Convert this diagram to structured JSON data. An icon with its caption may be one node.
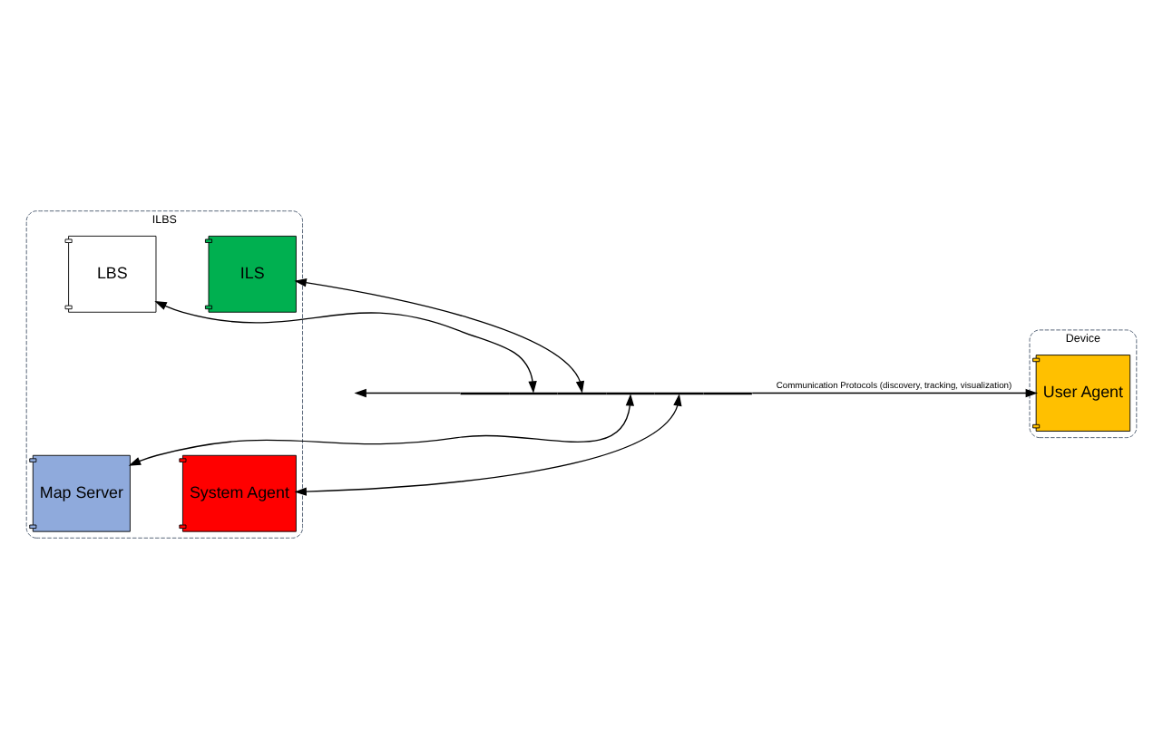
{
  "diagram": {
    "nodes": [
      {
        "text": [
          "ILBS"
        ]
      },
      {
        "text": [
          "LBS"
        ],
        "in": 0
      },
      {
        "text": [
          "ILS"
        ],
        "in": 0
      },
      {
        "text": [
          "Device"
        ]
      },
      {
        "text": [],
        "shape": "bar"
      },
      {
        "text": [
          "User Agent"
        ],
        "in": 3
      },
      {
        "text": [
          "Map Server"
        ],
        "in": 0
      },
      {
        "text": [
          "System Agent"
        ],
        "in": 0
      }
    ],
    "edges": [
      {
        "from": 1,
        "to": 4,
        "arrow": "both"
      },
      {
        "from": 2,
        "to": 4,
        "arrow": "both"
      },
      {
        "from": 4,
        "to": 6,
        "arrow": "both"
      },
      {
        "from": 4,
        "to": 7,
        "arrow": "both"
      },
      {
        "from": 4,
        "to": null,
        "arrow": "to"
      },
      {
        "from": 4,
        "to": 5,
        "arrow": "to",
        "label": "Communication Protocols (discovery, tracking, visualization)"
      }
    ]
  }
}
